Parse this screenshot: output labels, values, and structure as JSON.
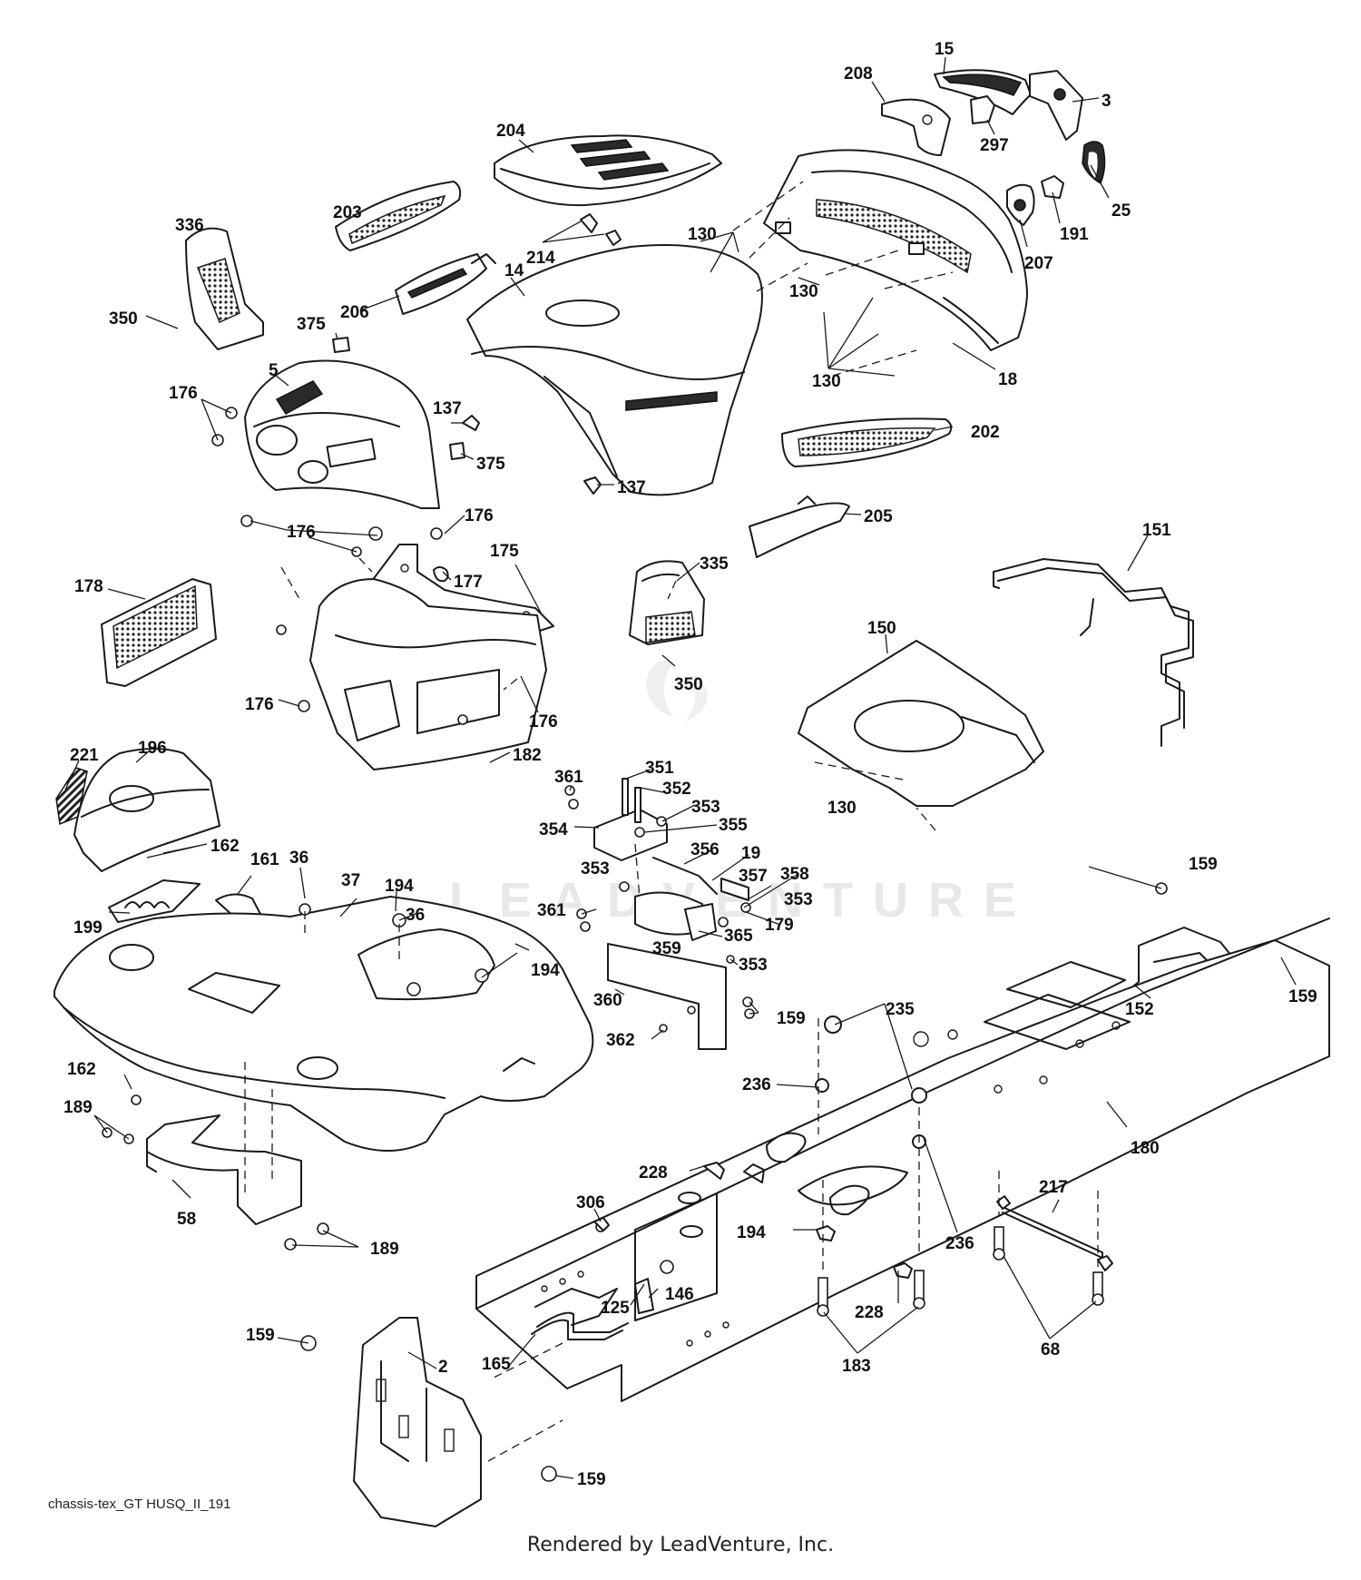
{
  "diagram": {
    "labels": [
      {
        "id": "15",
        "text": "15"
      },
      {
        "id": "208",
        "text": "208"
      },
      {
        "id": "3",
        "text": "3"
      },
      {
        "id": "297",
        "text": "297"
      },
      {
        "id": "25",
        "text": "25"
      },
      {
        "id": "204",
        "text": "204"
      },
      {
        "id": "191",
        "text": "191"
      },
      {
        "id": "207",
        "text": "207"
      },
      {
        "id": "130a",
        "text": "130"
      },
      {
        "id": "130b",
        "text": "130"
      },
      {
        "id": "130c",
        "text": "130"
      },
      {
        "id": "130d",
        "text": "130"
      },
      {
        "id": "18",
        "text": "18"
      },
      {
        "id": "336",
        "text": "336"
      },
      {
        "id": "203",
        "text": "203"
      },
      {
        "id": "214",
        "text": "214"
      },
      {
        "id": "14",
        "text": "14"
      },
      {
        "id": "350a",
        "text": "350"
      },
      {
        "id": "206",
        "text": "206"
      },
      {
        "id": "375a",
        "text": "375"
      },
      {
        "id": "5",
        "text": "5"
      },
      {
        "id": "176a",
        "text": "176"
      },
      {
        "id": "137a",
        "text": "137"
      },
      {
        "id": "375b",
        "text": "375"
      },
      {
        "id": "202",
        "text": "202"
      },
      {
        "id": "137b",
        "text": "137"
      },
      {
        "id": "176b",
        "text": "176"
      },
      {
        "id": "176c",
        "text": "176"
      },
      {
        "id": "205",
        "text": "205"
      },
      {
        "id": "175",
        "text": "175"
      },
      {
        "id": "151",
        "text": "151"
      },
      {
        "id": "335",
        "text": "335"
      },
      {
        "id": "178",
        "text": "178"
      },
      {
        "id": "177",
        "text": "177"
      },
      {
        "id": "150",
        "text": "150"
      },
      {
        "id": "350b",
        "text": "350"
      },
      {
        "id": "176d",
        "text": "176"
      },
      {
        "id": "176e",
        "text": "176"
      },
      {
        "id": "182",
        "text": "182"
      },
      {
        "id": "221",
        "text": "221"
      },
      {
        "id": "196",
        "text": "196"
      },
      {
        "id": "351",
        "text": "351"
      },
      {
        "id": "361a",
        "text": "361"
      },
      {
        "id": "352",
        "text": "352"
      },
      {
        "id": "353a",
        "text": "353"
      },
      {
        "id": "354",
        "text": "354"
      },
      {
        "id": "355",
        "text": "355"
      },
      {
        "id": "162a",
        "text": "162"
      },
      {
        "id": "356",
        "text": "356"
      },
      {
        "id": "19",
        "text": "19"
      },
      {
        "id": "36a",
        "text": "36"
      },
      {
        "id": "161",
        "text": "161"
      },
      {
        "id": "353b",
        "text": "353"
      },
      {
        "id": "357",
        "text": "357"
      },
      {
        "id": "358",
        "text": "358"
      },
      {
        "id": "37",
        "text": "37"
      },
      {
        "id": "194a",
        "text": "194"
      },
      {
        "id": "159a",
        "text": "159"
      },
      {
        "id": "353c",
        "text": "353"
      },
      {
        "id": "199",
        "text": "199"
      },
      {
        "id": "36b",
        "text": "36"
      },
      {
        "id": "361b",
        "text": "361"
      },
      {
        "id": "179",
        "text": "179"
      },
      {
        "id": "365",
        "text": "365"
      },
      {
        "id": "359",
        "text": "359"
      },
      {
        "id": "194b",
        "text": "194"
      },
      {
        "id": "353d",
        "text": "353"
      },
      {
        "id": "152",
        "text": "152"
      },
      {
        "id": "159b",
        "text": "159"
      },
      {
        "id": "360",
        "text": "360"
      },
      {
        "id": "235",
        "text": "235"
      },
      {
        "id": "159c",
        "text": "159"
      },
      {
        "id": "362",
        "text": "362"
      },
      {
        "id": "162b",
        "text": "162"
      },
      {
        "id": "236a",
        "text": "236"
      },
      {
        "id": "189a",
        "text": "189"
      },
      {
        "id": "180",
        "text": "180"
      },
      {
        "id": "228a",
        "text": "228"
      },
      {
        "id": "217",
        "text": "217"
      },
      {
        "id": "58",
        "text": "58"
      },
      {
        "id": "306",
        "text": "306"
      },
      {
        "id": "194c",
        "text": "194"
      },
      {
        "id": "236b",
        "text": "236"
      },
      {
        "id": "189b",
        "text": "189"
      },
      {
        "id": "146",
        "text": "146"
      },
      {
        "id": "228b",
        "text": "228"
      },
      {
        "id": "125",
        "text": "125"
      },
      {
        "id": "159d",
        "text": "159"
      },
      {
        "id": "2",
        "text": "2"
      },
      {
        "id": "165",
        "text": "165"
      },
      {
        "id": "68",
        "text": "68"
      },
      {
        "id": "183",
        "text": "183"
      },
      {
        "id": "159e",
        "text": "159"
      }
    ]
  },
  "footer": {
    "reference": "chassis-tex_GT HUSQ_II_191",
    "rendered_by": "Rendered by LeadVenture, Inc."
  },
  "watermark": {
    "text": "LEADVENTURE"
  }
}
